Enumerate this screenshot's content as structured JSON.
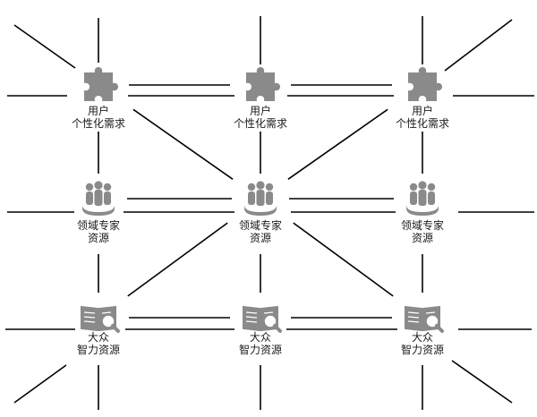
{
  "diagram": {
    "nodes": [
      {
        "id": "user-needs-1",
        "kind": "user-needs",
        "icon": "puzzle-icon",
        "label_line1": "用户",
        "label_line2": "个性化需求"
      },
      {
        "id": "user-needs-2",
        "kind": "user-needs",
        "icon": "puzzle-icon",
        "label_line1": "用户",
        "label_line2": "个性化需求"
      },
      {
        "id": "user-needs-3",
        "kind": "user-needs",
        "icon": "puzzle-icon",
        "label_line1": "用户",
        "label_line2": "个性化需求"
      },
      {
        "id": "expert-1",
        "kind": "expert",
        "icon": "people-group-icon",
        "label_line1": "领域专家",
        "label_line2": "资源"
      },
      {
        "id": "expert-2",
        "kind": "expert",
        "icon": "people-group-icon",
        "label_line1": "领域专家",
        "label_line2": "资源"
      },
      {
        "id": "expert-3",
        "kind": "expert",
        "icon": "people-group-icon",
        "label_line1": "领域专家",
        "label_line2": "资源"
      },
      {
        "id": "crowd-1",
        "kind": "crowd",
        "icon": "book-magnifier-icon",
        "label_line1": "大众",
        "label_line2": "智力资源"
      },
      {
        "id": "crowd-2",
        "kind": "crowd",
        "icon": "book-magnifier-icon",
        "label_line1": "大众",
        "label_line2": "智力资源"
      },
      {
        "id": "crowd-3",
        "kind": "crowd",
        "icon": "book-magnifier-icon",
        "label_line1": "大众",
        "label_line2": "智力资源"
      }
    ],
    "edges": [
      [
        "user-needs-1",
        "user-needs-2"
      ],
      [
        "user-needs-2",
        "user-needs-3"
      ],
      [
        "expert-1",
        "expert-2"
      ],
      [
        "expert-2",
        "expert-3"
      ],
      [
        "crowd-1",
        "crowd-2"
      ],
      [
        "crowd-2",
        "crowd-3"
      ],
      [
        "user-needs-1",
        "expert-1"
      ],
      [
        "expert-1",
        "crowd-1"
      ],
      [
        "user-needs-2",
        "expert-2"
      ],
      [
        "expert-2",
        "crowd-2"
      ],
      [
        "user-needs-3",
        "expert-3"
      ],
      [
        "expert-3",
        "crowd-3"
      ],
      [
        "user-needs-1",
        "expert-2"
      ],
      [
        "user-needs-3",
        "expert-2"
      ],
      [
        "crowd-1",
        "expert-2"
      ],
      [
        "crowd-3",
        "expert-2"
      ]
    ],
    "colors": {
      "icon": "#8a8a8a",
      "line": "#000000",
      "text": "#1a1a1a"
    }
  }
}
